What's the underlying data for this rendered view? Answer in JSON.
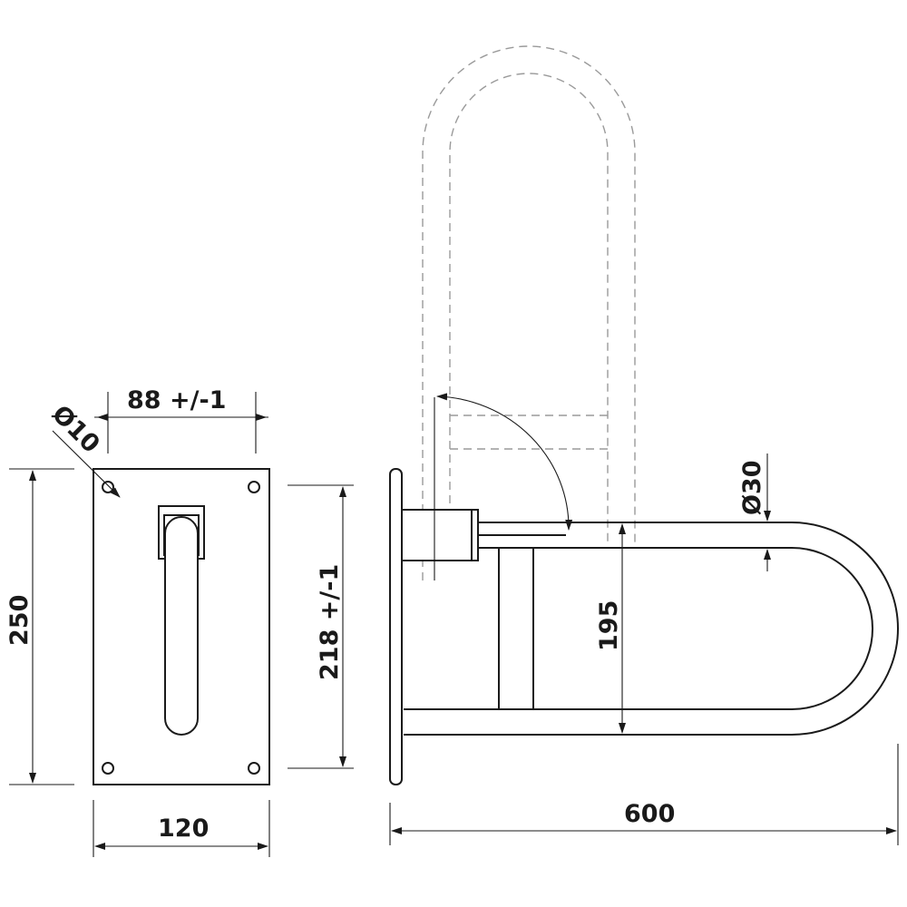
{
  "dimensions": {
    "hole_diameter": "Ø10",
    "hole_spacing_width": "88 +/-1",
    "plate_height": "250",
    "hole_spacing_height": "218 +/-1",
    "plate_width": "120",
    "tube_diameter": "Ø30",
    "bar_span": "195",
    "bar_length": "600"
  }
}
